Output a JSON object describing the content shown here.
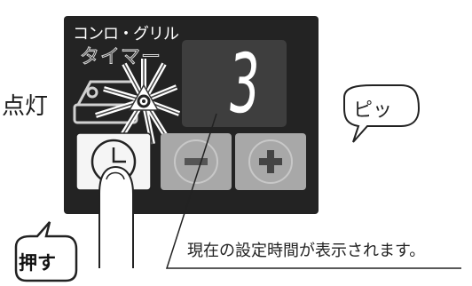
{
  "labels": {
    "lit": "点灯",
    "timer_small": "コンロ・グリル",
    "timer_large": "タイマー",
    "display_digit": "3",
    "beep": "ピッ",
    "press": "押す",
    "caption": "現在の設定時間が表示されます。"
  },
  "colors": {
    "panel": "#232323",
    "display": "#3e3e3e",
    "button_dim": "#a8a8a8",
    "button_lit": "#f5f5f5"
  },
  "icons": {
    "timer_button": "clock-icon",
    "minus_button": "minus-icon",
    "plus_button": "plus-icon",
    "lamp": "lamp-icon"
  }
}
